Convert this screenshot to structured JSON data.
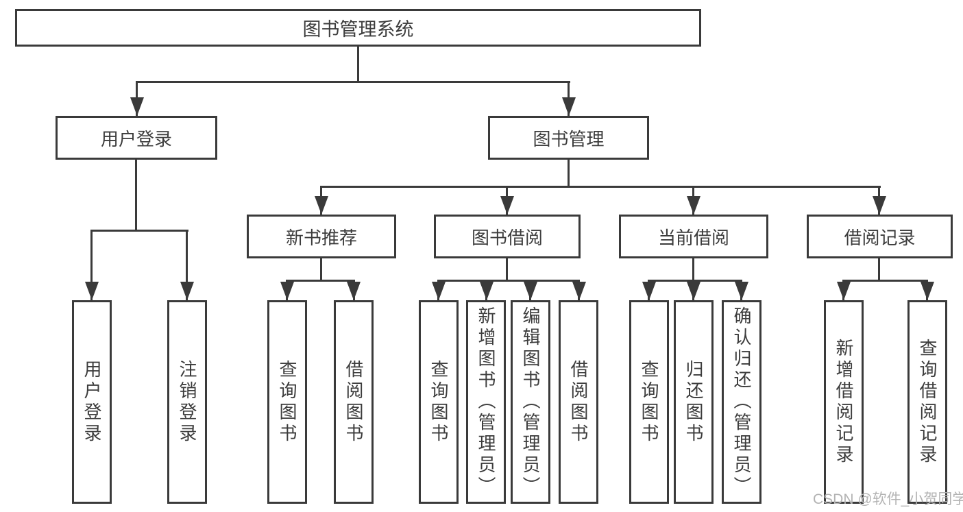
{
  "diagram_type": "function-structure-tree",
  "tree": {
    "label": "图书管理系统",
    "children": [
      {
        "label": "用户登录",
        "children": [
          {
            "label": "用户登录"
          },
          {
            "label": "注销登录"
          }
        ]
      },
      {
        "label": "图书管理",
        "children": [
          {
            "label": "新书推荐",
            "children": [
              {
                "label": "查询图书"
              },
              {
                "label": "借阅图书"
              }
            ]
          },
          {
            "label": "图书借阅",
            "children": [
              {
                "label": "查询图书"
              },
              {
                "label": "新增图书（管理员）"
              },
              {
                "label": "编辑图书（管理员）"
              },
              {
                "label": "借阅图书"
              }
            ]
          },
          {
            "label": "当前借阅",
            "children": [
              {
                "label": "查询图书"
              },
              {
                "label": "归还图书"
              },
              {
                "label": "确认归还（管理员）"
              }
            ]
          },
          {
            "label": "借阅记录",
            "children": [
              {
                "label": "新增借阅记录"
              },
              {
                "label": "查询借阅记录"
              }
            ]
          }
        ]
      }
    ]
  },
  "watermark": {
    "text": "CSDN @软件_小贺同学"
  },
  "colors": {
    "line": "#3a3a3a",
    "box_border": "#3a3a3a",
    "box_fill": "#ffffff",
    "text": "#3c3c3c",
    "watermark": "#b3b3b3",
    "bg": "#ffffff"
  }
}
